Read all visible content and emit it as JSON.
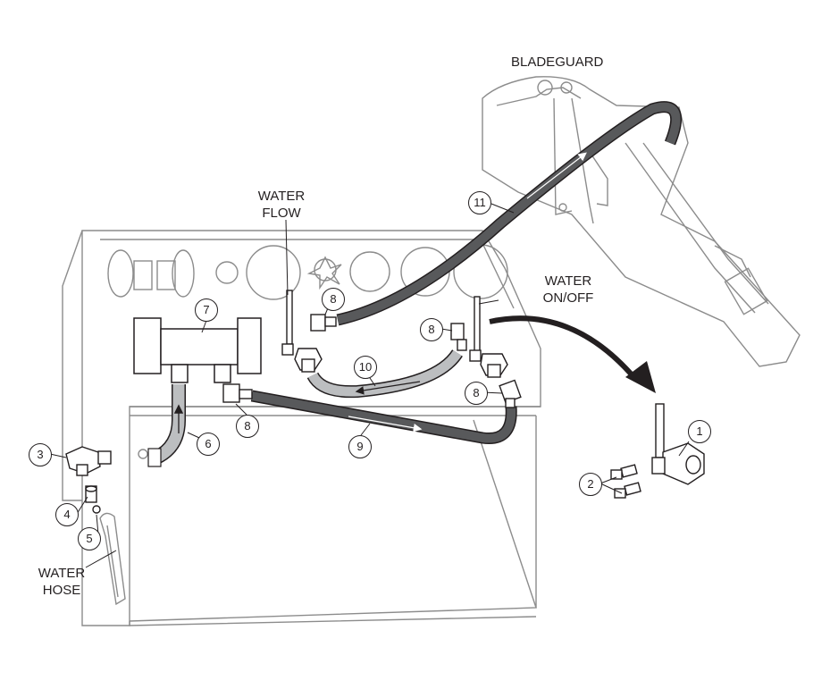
{
  "labels": {
    "bladeguard": "BLADEGUARD",
    "water_flow_1": "WATER",
    "water_flow_2": "FLOW",
    "water_onoff_1": "WATER",
    "water_onoff_2": "ON/OFF",
    "water_hose_1": "WATER",
    "water_hose_2": "HOSE"
  },
  "callouts": {
    "c1": "1",
    "c2": "2",
    "c3": "3",
    "c4": "4",
    "c5": "5",
    "c6": "6",
    "c7": "7",
    "c8a": "8",
    "c8b": "8",
    "c8c": "8",
    "c8d": "8",
    "c9": "9",
    "c10": "10",
    "c11": "11"
  },
  "colors": {
    "line": "#231f20",
    "frame": "#8c8c8c",
    "hose_dark": "#58595b",
    "hose_light": "#bcbec0",
    "panel": "#ffffff"
  }
}
